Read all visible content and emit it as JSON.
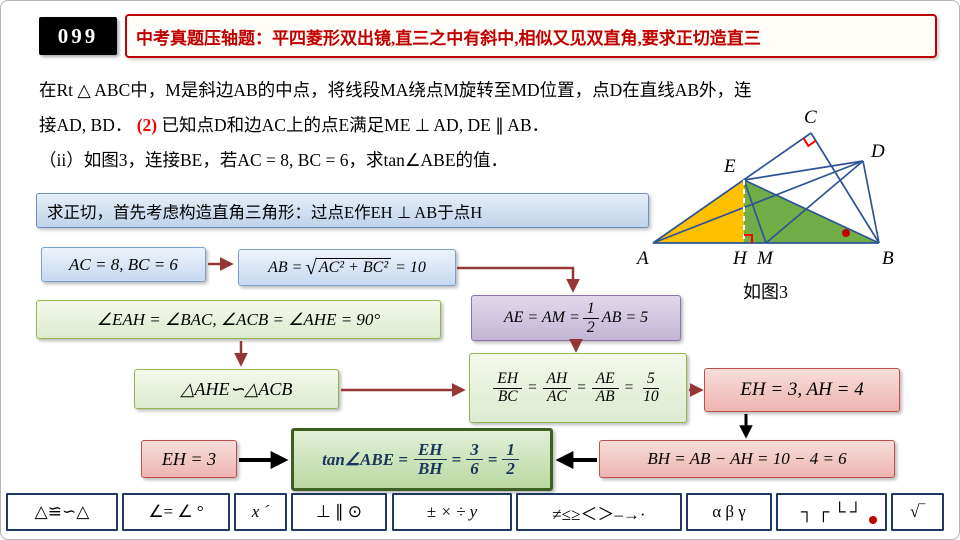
{
  "slide": {
    "number": "099",
    "title": "中考真题压轴题：平四菱形双出镜,直三之中有斜中,相似又见双直角,要求正切造直三"
  },
  "problem": {
    "line1": "在Rt △ ABC中，M是斜边AB的中点，将线段MA绕点M旋转至MD位置，点D在直线AB外，连",
    "line2_pre": "接AD, BD．",
    "line2_red": "(2)",
    "line2_post": "已知点D和边AC上的点E满足ME ⊥ AD, DE ∥ AB．",
    "line3": "（ii）如图3，连接BE，若AC = 8, BC = 6，求tan∠ABE的值．"
  },
  "method": {
    "text": "求正切，首先考虑构造直角三角形：过点E作EH ⊥ AB于点H"
  },
  "flow": {
    "eq": "=",
    "b1": "AC = 8, BC = 6",
    "b2": {
      "lead": "AB =",
      "sqrt": "√",
      "radicand": "AC² + BC²",
      "tail": "= 10"
    },
    "b3": "∠EAH = ∠BAC, ∠ACB = ∠AHE = 90°",
    "b4": {
      "lead": "AE = AM =",
      "num": "1",
      "den": "2",
      "tail": "AB = 5"
    },
    "b5": "△AHE∽△ACB",
    "b6": {
      "f1": {
        "num": "EH",
        "den": "BC"
      },
      "f2": {
        "num": "AH",
        "den": "AC"
      },
      "f3": {
        "num": "AE",
        "den": "AB"
      },
      "f4": {
        "num": "5",
        "den": "10"
      }
    },
    "b7": "EH = 3, AH = 4",
    "b8": "EH = 3",
    "b9": {
      "lead": "tan∠ABE =",
      "f1": {
        "num": "EH",
        "den": "BH"
      },
      "f2": {
        "num": "3",
        "den": "6"
      },
      "f3": {
        "num": "1",
        "den": "2"
      }
    },
    "b10": "BH = AB − AH = 10 − 4 = 6"
  },
  "figure": {
    "labels": {
      "A": "A",
      "B": "B",
      "C": "C",
      "D": "D",
      "E": "E",
      "H": "H",
      "M": "M"
    },
    "caption": "如图3"
  },
  "toolbar": {
    "items": [
      "△≌∽△",
      "∠= ∠ °",
      "x ´",
      "⊥ ∥ ⊙",
      "± × ÷ y",
      "≠≤≥＜＞–→·",
      "α β γ",
      "┐ ┌ └ ┘",
      "√‾"
    ]
  },
  "colors": {
    "accent_red": "#c00000",
    "arrow_red": "#953735",
    "figure_orange": "#ffc000",
    "figure_green": "#70ad47",
    "figure_line_blue": "#2f5496",
    "tan_box_border": "#3e5f22"
  }
}
